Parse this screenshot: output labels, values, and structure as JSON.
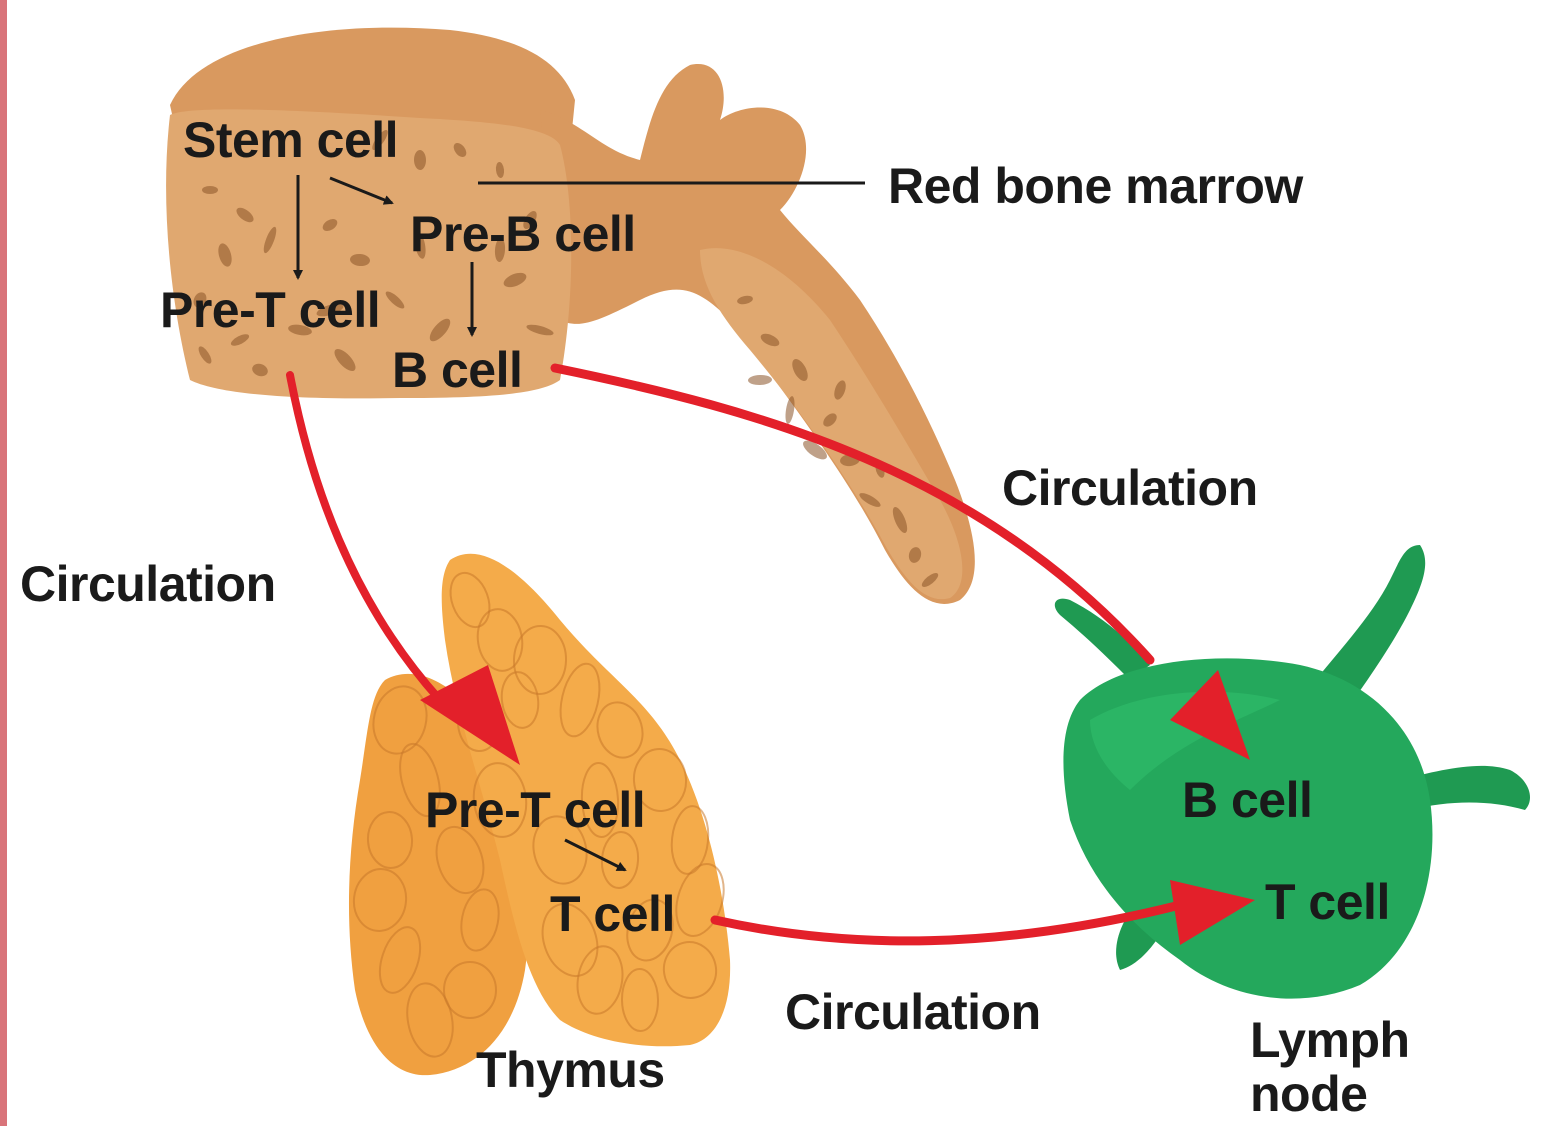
{
  "colors": {
    "bone": "#dba06a",
    "bone_dark": "#a8683a",
    "bone_pore": "#8a5428",
    "thymus": "#f2a545",
    "thymus_dark": "#c9782a",
    "lymph": "#22a45a",
    "lymph_dark": "#157a3e",
    "arrow": "#e3202a",
    "edge": "#d9747a",
    "text": "#1a1a1a"
  },
  "bone_marrow": {
    "label": "Red bone marrow",
    "stem_cell": "Stem cell",
    "pre_b_cell": "Pre-B cell",
    "pre_t_cell": "Pre-T cell",
    "b_cell": "B cell"
  },
  "thymus": {
    "label": "Thymus",
    "pre_t_cell": "Pre-T cell",
    "t_cell": "T cell"
  },
  "lymph_node": {
    "label_line1": "Lymph",
    "label_line2": "node",
    "b_cell": "B cell",
    "t_cell": "T cell"
  },
  "circulation": {
    "left": "Circulation",
    "upper_right": "Circulation",
    "bottom": "Circulation"
  }
}
